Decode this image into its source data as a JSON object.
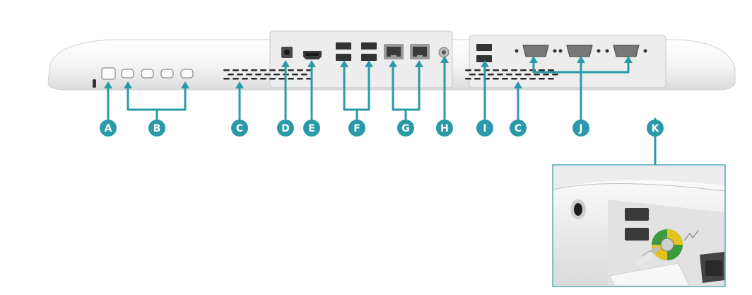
{
  "colors": {
    "accent": "#2a9aa8",
    "device_body": "#f2f2f2",
    "device_shadow": "#d6d6d6",
    "port_dark": "#3a3a3a",
    "vent": "#2b2b2b",
    "ground_yellow": "#e3c21c",
    "ground_green": "#3c9a3c"
  },
  "callouts": [
    {
      "id": "A",
      "label": "A"
    },
    {
      "id": "B",
      "label": "B"
    },
    {
      "id": "C1",
      "label": "C"
    },
    {
      "id": "D",
      "label": "D"
    },
    {
      "id": "E",
      "label": "E"
    },
    {
      "id": "F",
      "label": "F"
    },
    {
      "id": "G",
      "label": "G"
    },
    {
      "id": "H",
      "label": "H"
    },
    {
      "id": "I",
      "label": "I"
    },
    {
      "id": "C2",
      "label": "C"
    },
    {
      "id": "J",
      "label": "J"
    },
    {
      "id": "K",
      "label": "K"
    }
  ],
  "icons": [
    "power-button-icon",
    "menu-button-icon",
    "vent-grille-icon",
    "dc-jack-icon",
    "hdmi-port-icon",
    "usb-port-icon",
    "lan-port-icon",
    "ground-screw-icon",
    "serial-port-icon"
  ]
}
